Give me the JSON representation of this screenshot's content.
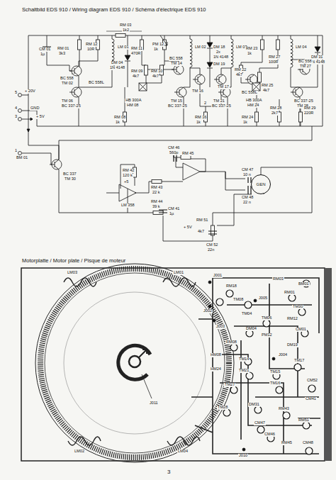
{
  "diagram": {
    "nodes": [
      {
        "text": [
          "GEN"
        ]
      }
    ],
    "edges": [],
    "labels": [
      "Schaltbild EDS 910 / Wiring diagram EDS 910 / Schéma d'électrique EDS 910",
      "RM 03",
      "1k2",
      "CM 01",
      "1µ",
      "RM 01",
      "3k3",
      "RM 12",
      "10R",
      "LM 01",
      "RM 11",
      "470R",
      "PM 12",
      "1k",
      "DM 04",
      "1N 4148",
      "LM 02",
      "DM 18",
      "2x",
      "1N 4148",
      "DM 19",
      "LM 03",
      "RM 23",
      "1k",
      "RM 27",
      "100R",
      "LM 04",
      "DM 31",
      "1N 4148",
      "BC 558",
      "TM 02",
      "RM 09",
      "4k7",
      "RM 10",
      "4k7",
      "BC 558",
      "TM 14",
      "TM 16",
      "TM 17",
      "RM 22",
      "4k7",
      "RM 25",
      "4k7",
      "BC 558",
      "TM 27",
      "BC 558L",
      "BC 558L",
      "TM 06",
      "BC 337-25",
      "HB 300A",
      "HM 08",
      "TM 15",
      "BC 337-25",
      "2",
      "TM 21",
      "BC 337-25",
      "HB 300A",
      "HM 24",
      "BC 337-25",
      "TM 28",
      "RM 08",
      "1k",
      "RM 16",
      "1k",
      "RM 24",
      "1k",
      "RM 28",
      "2k7",
      "RM 29",
      "220R",
      "5",
      "+ 20V",
      "4",
      "GND",
      "3",
      "+ 5V",
      "1",
      "BM 01",
      "BC 337",
      "TM 30",
      "CM 46",
      "560p",
      "RM 45",
      "RM 42",
      "120 k",
      "+5",
      "RM 43",
      "22 k",
      "CM 47",
      "10 n",
      "CM 48",
      "22 n",
      "LM 358",
      "RM 44",
      "39 k",
      "CM 41",
      "1µ",
      "+ 5V",
      "RM 51",
      "4k7",
      "CM 52",
      "22n",
      "Motorplatte / Motor plate / Pisque de moteur",
      "LM03",
      "LM01",
      "LM02",
      "LM04",
      "J011",
      "BM01",
      "TM30",
      "CM01",
      "RM01",
      "J001",
      "RM18",
      "TM08",
      "J005",
      "J002",
      "RM03",
      "TM04",
      "RM12",
      "TM06",
      "DM04",
      "J003",
      "RM08",
      "PM12",
      "DM19",
      "TM14",
      "HM08",
      "HM24",
      "J004",
      "TM21",
      "TM15",
      "TM27",
      "TM17",
      "TM28",
      "DM31",
      "RM43",
      "CM52",
      "CM41",
      "RM51",
      "CM47",
      "CM46",
      "RM45",
      "J010",
      "CM48",
      "TM16",
      "3"
    ]
  }
}
